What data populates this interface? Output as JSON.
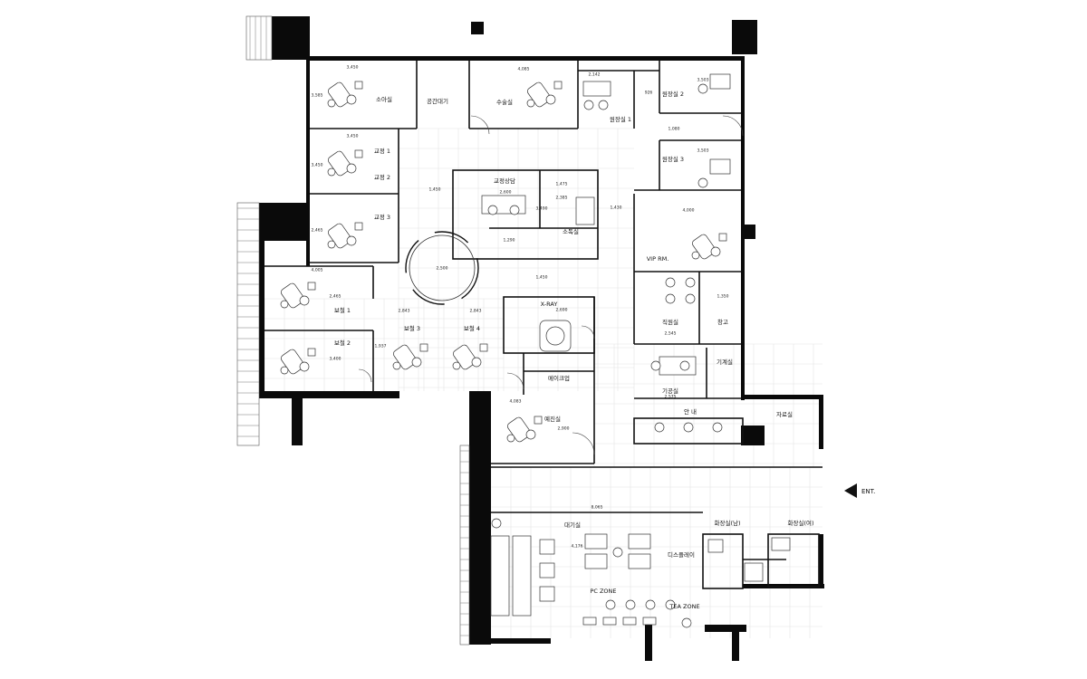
{
  "rooms": {
    "consult": "소아실",
    "waiting_area": "공간대기",
    "surgery": "수술실",
    "director_office_2": "원장실 2",
    "director_office_1": "원장실 1",
    "director_office_3": "원장실 3",
    "treatment_1": "교정 1",
    "treatment_2": "교정 2",
    "treatment_3": "교정 3",
    "ortho_consult": "교정상담",
    "sterilization": "소독실",
    "vip": "VIP RM.",
    "staff": "직원실",
    "storage": "창고",
    "xray": "X-RAY",
    "prep_1": "보철 1",
    "prep_2": "보철 2",
    "prep_3": "보철 3",
    "prep_4": "보철 4",
    "makeup": "메이크업",
    "pre_op": "예진실",
    "equipment": "기계실",
    "lab": "기공실",
    "reception": "안 내",
    "records": "자료실",
    "lounge": "대기실",
    "display": "디스플레이",
    "restroom_m": "화장실(남)",
    "restroom_f": "화장실(여)",
    "pc_zone": "PC ZONE",
    "tea_zone": "TEA ZONE"
  },
  "entrance": "ENT.",
  "dimensions": {
    "d1": "3,450",
    "d2": "3,585",
    "d3": "4,085",
    "d4": "2,142",
    "d5": "3,503",
    "d6": "926",
    "d7": "1,080",
    "d8": "3,503",
    "d9": "3,450",
    "d10": "3,450",
    "d11": "1,450",
    "d12": "1,475",
    "d13": "2,600",
    "d14": "2,385",
    "d15": "1,430",
    "d16": "4,005",
    "d17": "4,000",
    "d18": "2,500",
    "d19": "2,843",
    "d20": "2,843",
    "d21": "1,350",
    "d22": "2,545",
    "d23": "2,575",
    "d24": "4,083",
    "d25": "8,065",
    "d26": "4,176",
    "d27": "2,900",
    "d28": "3,490",
    "d29": "1,450",
    "d30": "1,937",
    "d31": "2,465",
    "d32": "3,400",
    "d33": "2,690",
    "d34": "1,290",
    "d35": "2,465"
  },
  "colors": {
    "wall": "#0a0a0a",
    "line": "#111111",
    "grid": "#e4e4e4",
    "background": "#ffffff"
  }
}
